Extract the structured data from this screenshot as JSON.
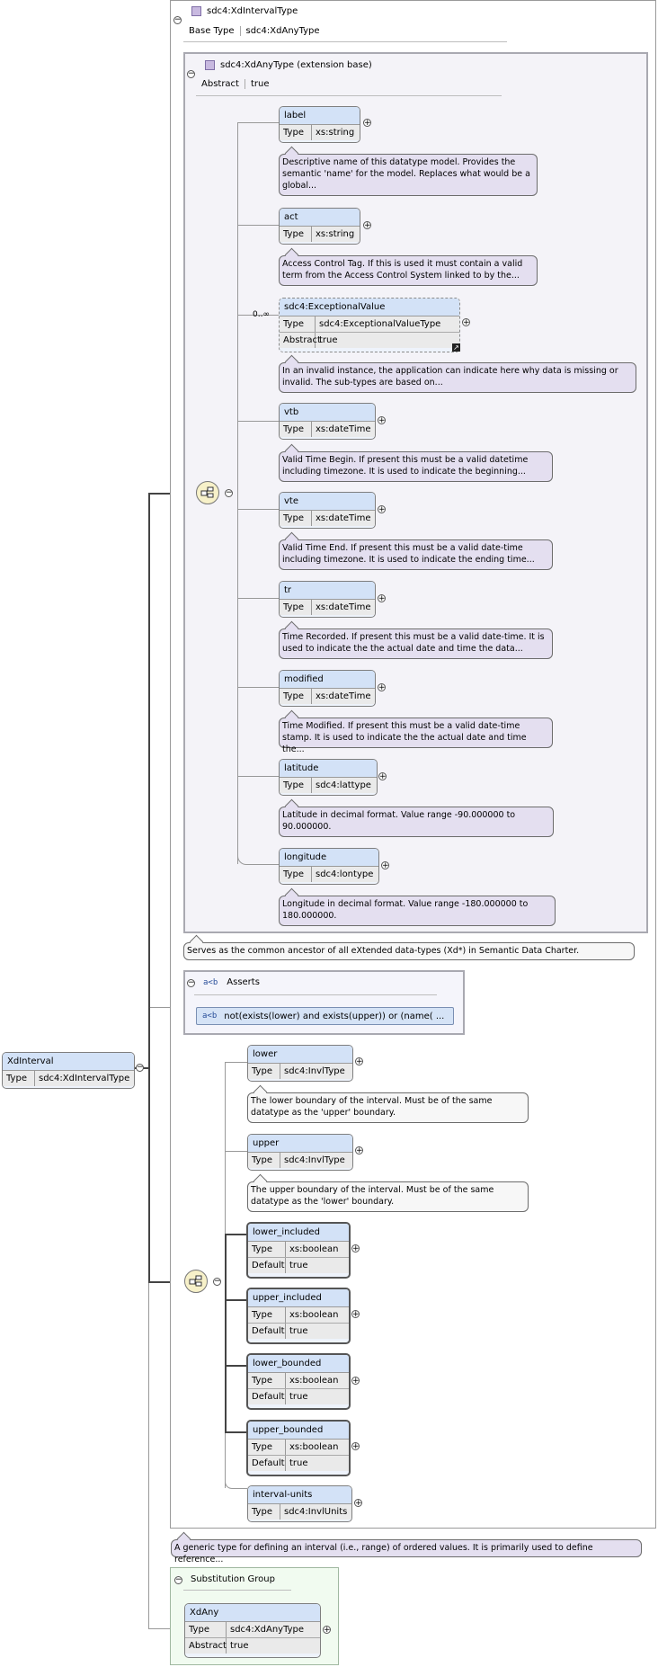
{
  "root": {
    "name": "XdInterval",
    "type_key": "Type",
    "type_value": "sdc4:XdIntervalType"
  },
  "interval_type": {
    "name": "sdc4:XdIntervalType",
    "base_key": "Base Type",
    "base_value": "sdc4:XdAnyType"
  },
  "any_type": {
    "name": "sdc4:XdAnyType (extension base)",
    "abstract_key": "Abstract",
    "abstract_value": "true"
  },
  "any_elements": [
    {
      "name": "label",
      "type": "xs:string",
      "doc": "Descriptive name of this datatype model. Provides the semantic 'name' for the model. Replaces what would be a global..."
    },
    {
      "name": "act",
      "type": "xs:string",
      "doc": "Access Control Tag. If this is used it must contain a valid term from the Access Control System linked to by the..."
    },
    {
      "name": "sdc4:ExceptionalValue",
      "type": "sdc4:ExceptionalValueType",
      "abstract": "true",
      "occurs": "0..∞",
      "doc": "In an invalid instance, the application can indicate here why data is missing or invalid. The sub-types are based on..."
    },
    {
      "name": "vtb",
      "type": "xs:dateTime",
      "doc": "Valid Time Begin. If present this must be a valid datetime including timezone. It is used to indicate the beginning..."
    },
    {
      "name": "vte",
      "type": "xs:dateTime",
      "doc": "Valid Time End. If present this must be a valid date-time including timezone. It is used to indicate the ending time..."
    },
    {
      "name": "tr",
      "type": "xs:dateTime",
      "doc": "Time Recorded. If present this must be a valid date-time. It is used to indicate the the actual date and time the data..."
    },
    {
      "name": "modified",
      "type": "xs:dateTime",
      "doc": "Time Modified. If present this must be a valid date-time stamp. It is used to indicate the the actual date and time the..."
    },
    {
      "name": "latitude",
      "type": "sdc4:lattype",
      "doc": "Latitude in decimal format. Value range -90.000000 to 90.000000."
    },
    {
      "name": "longitude",
      "type": "sdc4:lontype",
      "doc": "Longitude in decimal format. Value range -180.000000 to 180.000000."
    }
  ],
  "any_type_doc": "Serves as the common ancestor of all eXtended data-types (Xd*) in Semantic Data Charter.",
  "asserts": {
    "icon": "a<b",
    "title": "Asserts",
    "item": "not(exists(lower) and exists(upper)) or (name( ..."
  },
  "interval_elements": [
    {
      "name": "lower",
      "type": "sdc4:InvlType",
      "doc": "The lower boundary of the interval. Must be of the same datatype as the 'upper' boundary."
    },
    {
      "name": "upper",
      "type": "sdc4:InvlType",
      "doc": "The upper boundary of the interval. Must be of the same datatype as the 'lower' boundary."
    },
    {
      "name": "lower_included",
      "type": "xs:boolean",
      "default": "true"
    },
    {
      "name": "upper_included",
      "type": "xs:boolean",
      "default": "true"
    },
    {
      "name": "lower_bounded",
      "type": "xs:boolean",
      "default": "true"
    },
    {
      "name": "upper_bounded",
      "type": "xs:boolean",
      "default": "true"
    },
    {
      "name": "interval-units",
      "type": "sdc4:InvlUnits"
    }
  ],
  "labels": {
    "type": "Type",
    "abstract": "Abstract",
    "default": "Default"
  },
  "interval_doc": "A generic type for defining an interval (i.e., range) of ordered values. It is primarily used to define reference...",
  "substitution": {
    "title": "Substitution Group",
    "name": "XdAny",
    "type": "sdc4:XdAnyType",
    "abstract": "true"
  }
}
